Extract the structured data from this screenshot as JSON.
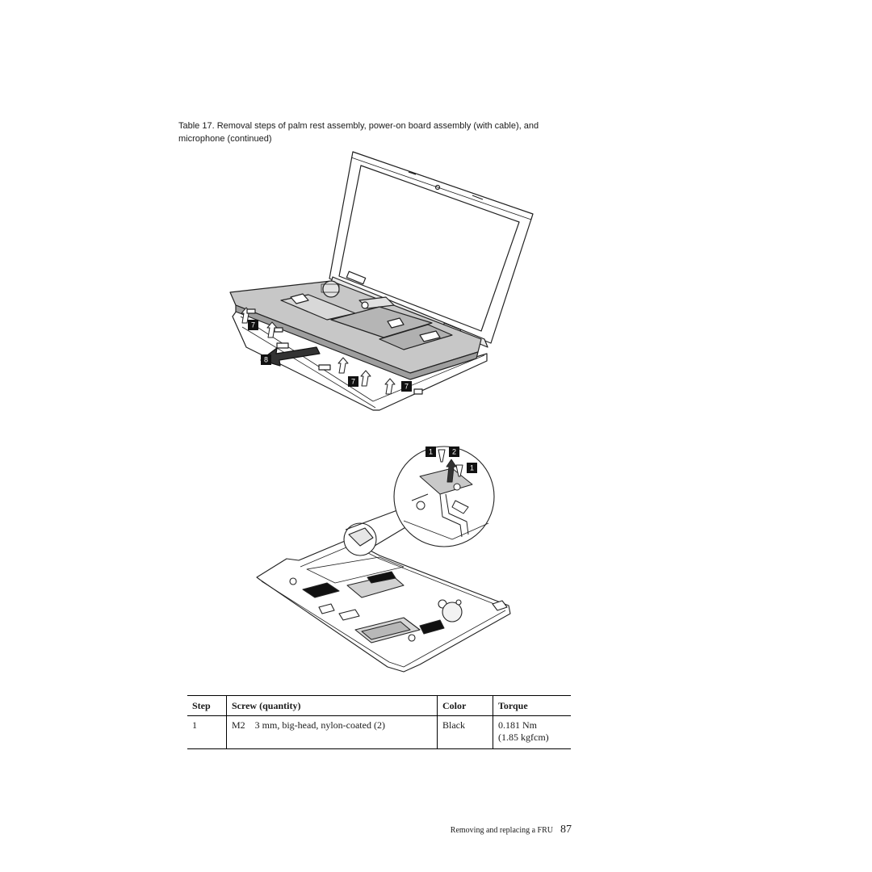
{
  "caption": {
    "line1": "Table 17. Removal steps of palm rest assembly, power-on board assembly (with cable), and",
    "line2": "microphone  (continued)"
  },
  "figure": {
    "callouts": {
      "step7_a": "7",
      "step7_b": "7",
      "step7_c": "7",
      "step8": "8",
      "step1_a": "1",
      "step2": "2",
      "step1_b": "1"
    }
  },
  "table": {
    "headers": {
      "step": "Step",
      "screw": "Screw  (quantity)",
      "color": "Color",
      "torque": "Torque"
    },
    "rows": [
      {
        "step": "1",
        "screw_size": "M2",
        "screw_desc": "3 mm, big-head, nylon-coated (2)",
        "color": "Black",
        "torque_line1": "0.181  Nm",
        "torque_line2": "(1.85  kgfcm)"
      }
    ]
  },
  "footer": {
    "text": "Removing and replacing a FRU",
    "page_number": "87"
  }
}
